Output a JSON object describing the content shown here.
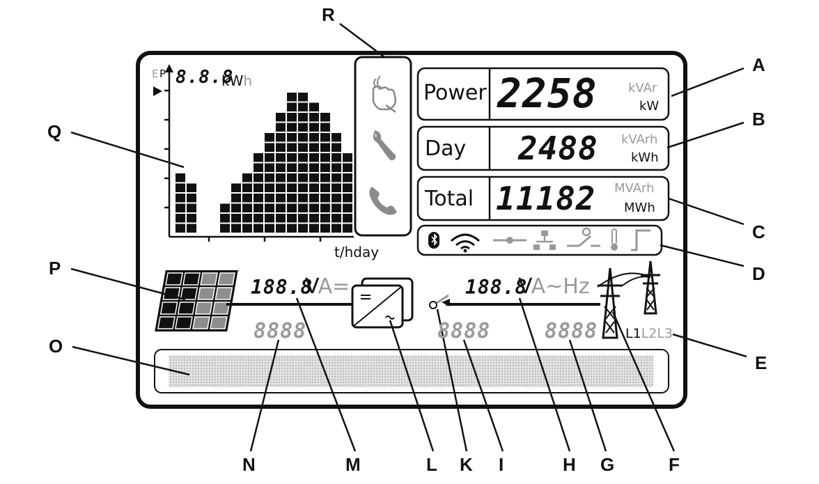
{
  "callouts": [
    "R",
    "A",
    "B",
    "C",
    "D",
    "E",
    "F",
    "G",
    "H",
    "I",
    "K",
    "L",
    "M",
    "N",
    "O",
    "P",
    "Q"
  ],
  "energy_chart": {
    "axis_label_e": "E",
    "axis_label_p": "P",
    "readout": "8.8.8",
    "unit_main": "kW",
    "unit_suffix": "h",
    "x_label": "t/hday",
    "bar_heights_blocks": [
      6,
      5,
      0,
      0,
      3,
      5,
      6,
      8,
      10,
      12,
      14,
      14,
      13,
      12,
      10,
      8
    ],
    "bar_present": [
      1,
      1,
      0,
      1,
      1,
      1,
      1,
      1,
      1,
      1,
      1,
      1,
      1,
      1,
      1,
      1
    ]
  },
  "status_icons": [
    "hand-knock-icon",
    "wrench-icon",
    "phone-icon"
  ],
  "power_row": {
    "label": "Power",
    "value": "2258",
    "unit_top": "kVAr",
    "unit_bottom": "kW"
  },
  "day_row": {
    "label": "Day",
    "value": "2488",
    "unit_top": "kVArh",
    "unit_bottom": "kWh"
  },
  "total_row": {
    "label": "Total",
    "value": "11182",
    "unit_top": "MVArh",
    "unit_bottom": "MWh"
  },
  "comm_icons": [
    "bluetooth-icon",
    "wifi-icon",
    "connector-icon",
    "network-icon",
    "relay-icon",
    "thermometer-icon",
    "signal-step-icon"
  ],
  "dc_side": {
    "value": "188.8",
    "unit_main": "V",
    "unit_rest": "A=",
    "lower_value": "8888"
  },
  "ac_side": {
    "value": "188.8",
    "unit_main": "V",
    "unit_rest": "A~Hz",
    "lower_value": "8888",
    "phase_main": "L1",
    "phase_rest": "L2L3"
  },
  "center_lower_value": "8888",
  "colors": {
    "frame": "#111111",
    "segment_off": "#9a9a9a",
    "text_bar": "#cfcfcf"
  }
}
